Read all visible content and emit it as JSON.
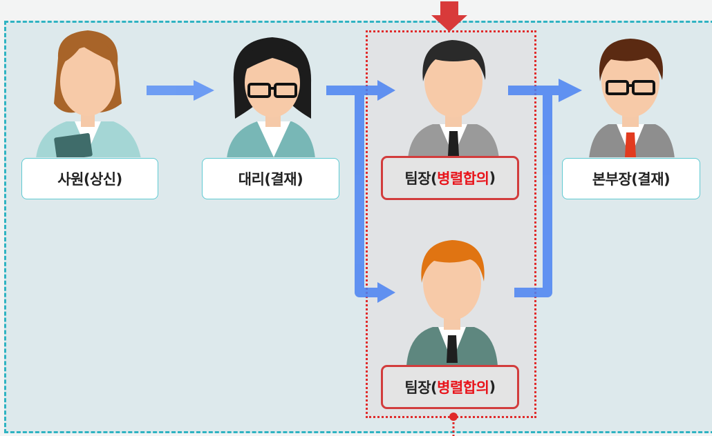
{
  "colors": {
    "panel_bg": "#dde9ec",
    "panel_border": "#2fb3c2",
    "highlight_border": "#e02a2a",
    "flow_arrow": "#5a8ff5",
    "emphasis_text": "#e8141b"
  },
  "nodes": [
    {
      "id": "staff",
      "label": "사원(상신)",
      "figure": "female-employee-icon"
    },
    {
      "id": "assistant-manager",
      "label": "대리(결재)",
      "figure": "female-glasses-employee-icon"
    },
    {
      "id": "team-leader-1",
      "label_main": "팀장(",
      "label_accent": "병렬합의",
      "label_end": ")",
      "figure": "male-team-leader-icon"
    },
    {
      "id": "team-leader-2",
      "label_main": "팀장(",
      "label_accent": "병렬합의",
      "label_end": ")",
      "figure": "male-redhair-team-leader-icon"
    },
    {
      "id": "division-head",
      "label": "본부장(결재)",
      "figure": "male-glasses-division-head-icon"
    }
  ]
}
